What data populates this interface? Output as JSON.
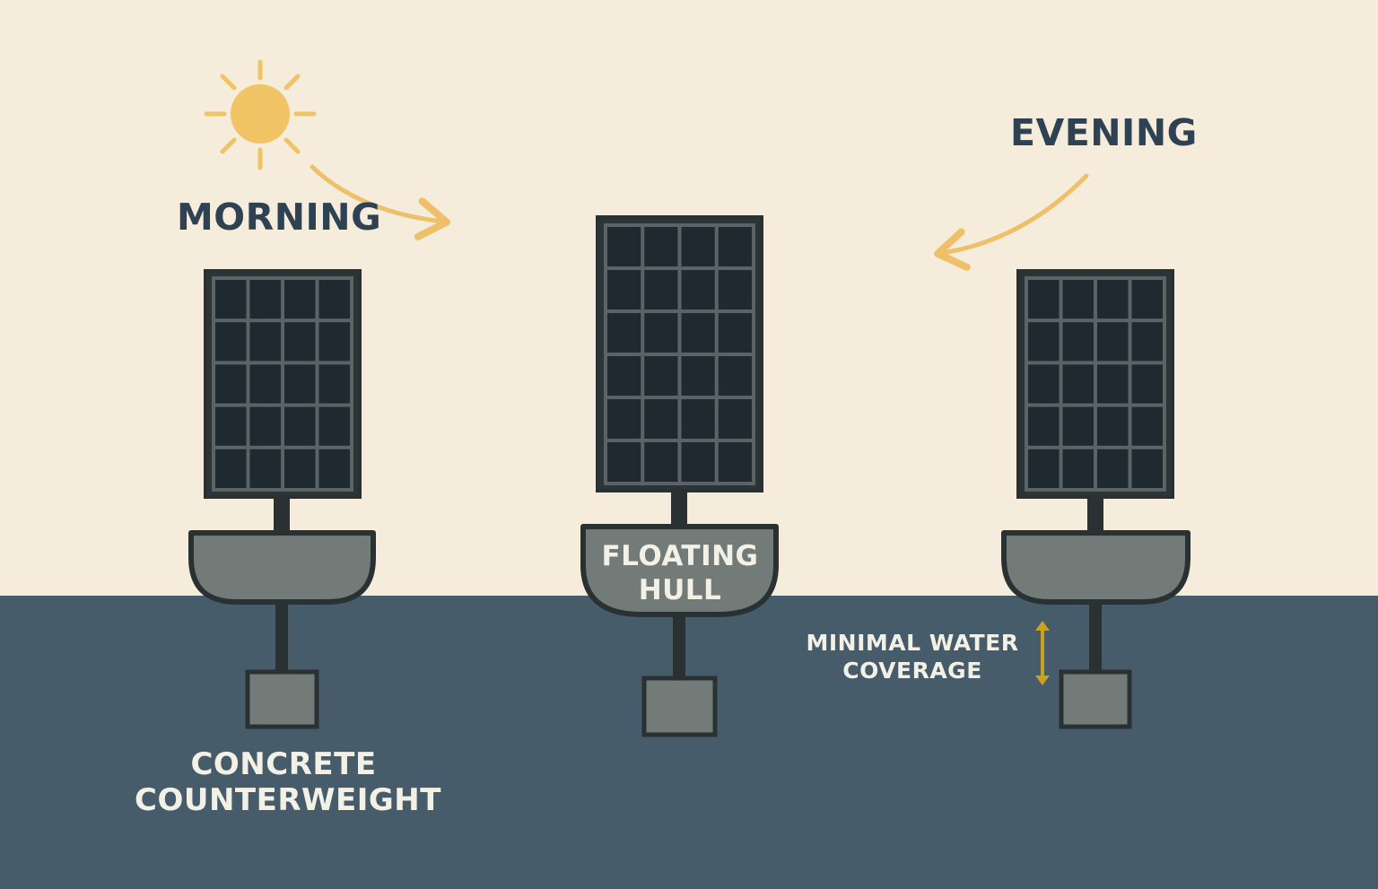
{
  "labels": {
    "morning": "MORNING",
    "evening": "EVENING",
    "hull_line1": "FLOATING",
    "hull_line2": "HULL",
    "counterweight_line1": "CONCRETE",
    "counterweight_line2": "COUNTERWEIGHT",
    "coverage_line1": "MINIMAL WATER",
    "coverage_line2": "COVERAGE"
  },
  "icons": {
    "sun": "sun-icon",
    "morning_arrow": "curved-arrow-right-icon",
    "evening_arrow": "curved-arrow-left-icon",
    "coverage_arrow": "double-arrow-vertical-icon"
  },
  "colors": {
    "sky": "#f5ecdb",
    "water": "#465c6b",
    "panel_cell": "#1e2a2f",
    "panel_frame": "#2c3436",
    "panel_grid": "#5a6466",
    "hull_fill": "#737b78",
    "outline": "#2a3133",
    "sun": "#f0c365",
    "arrow": "#eec06a",
    "coverage_arrow": "#c9a31e",
    "text_dark": "#2e4253",
    "text_light": "#f3f0e6"
  }
}
